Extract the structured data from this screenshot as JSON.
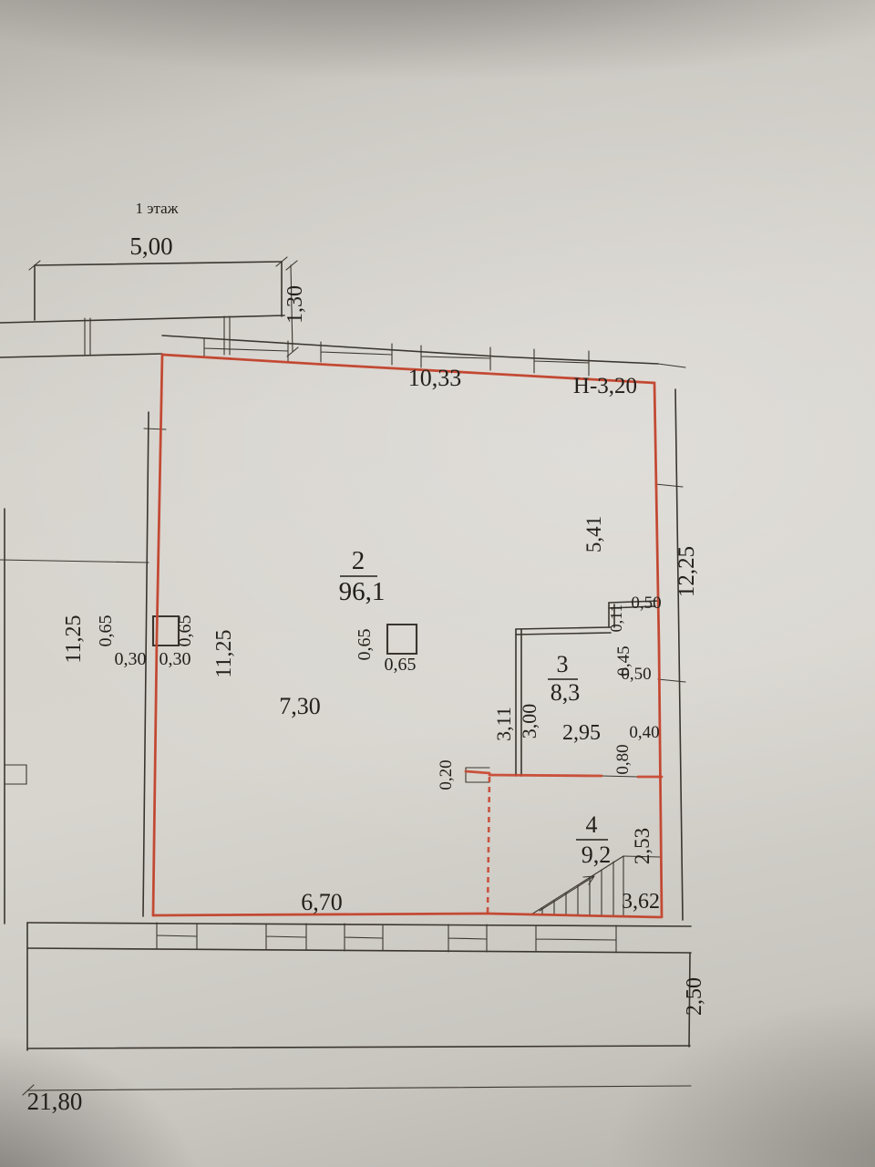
{
  "title": "1 этаж",
  "rooms": {
    "room2": {
      "number": "2",
      "area": "96,1"
    },
    "room3": {
      "number": "3",
      "area": "8,3"
    },
    "room4": {
      "number": "4",
      "area": "9,2"
    }
  },
  "dims": {
    "porch_width": "5,00",
    "porch_depth": "1,30",
    "top_wall": "10,33",
    "height_note": "Н-3,20",
    "right_outer": "12,25",
    "right_inner": "5,41",
    "left_outer": "11,25",
    "left_inner": "11,25",
    "pilaster_w_left": "0,65",
    "pilaster_w_right": "0,65",
    "pilaster_d_left": "0,30",
    "pilaster_d_right": "0,30",
    "column_w": "0,65",
    "column_h": "0,65",
    "room2_mid": "7,30",
    "room3_h1": "3,11",
    "room3_h2": "3,00",
    "room3_w": "2,95",
    "notch_a": "0,50",
    "notch_b": "0,11",
    "notch_c": "0,45",
    "notch_d": "0,50",
    "door_a": "0,40",
    "door_b": "0,80",
    "step": "0,20",
    "room4_h": "2,53",
    "room4_w": "3,62",
    "bottom_inner": "6,70",
    "bottom_right": "2,50",
    "total_width": "21,80"
  },
  "colors": {
    "highlight": "#c8452f",
    "ink": "#3a362f",
    "paper": "#d6d3cd"
  }
}
